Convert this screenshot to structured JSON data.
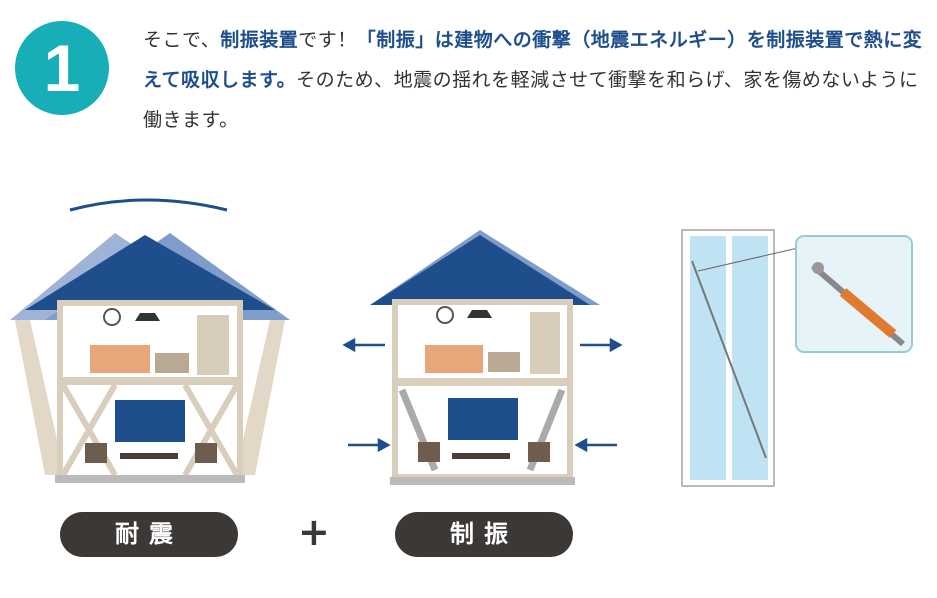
{
  "step_number": "1",
  "description": {
    "line1_a": "そこで、",
    "line1_b": "制振装置",
    "line1_c": "です！",
    "line1_d": "「制振」は建物への衝撃（地震エネルギー）を制振装置で熱に変えて吸収します。",
    "line1_e": "そのため、地震の揺れを軽減させて衝撃を和らげ、家を傷めないように働きます。"
  },
  "labels": {
    "taishin": "耐震",
    "plus": "+",
    "seishin": "制振"
  },
  "colors": {
    "teal": "#17aeb7",
    "highlight": "#1f4e8c",
    "roof": "#1f4e8c",
    "pill": "#3b3836"
  }
}
